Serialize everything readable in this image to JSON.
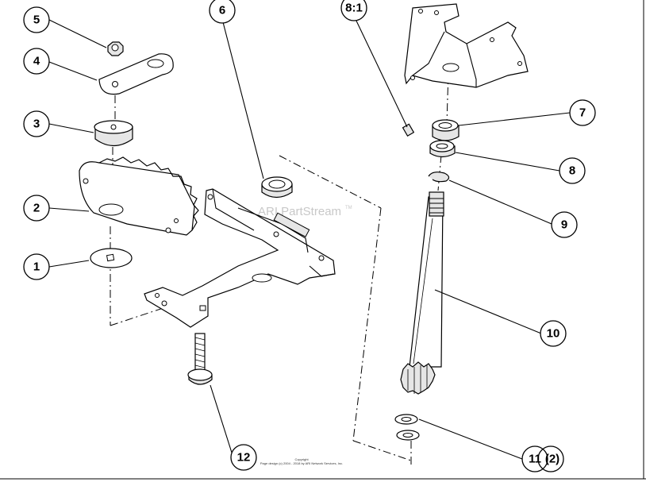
{
  "callouts": {
    "c1": "1",
    "c2": "2",
    "c3": "3",
    "c4": "4",
    "c5": "5",
    "c6": "6",
    "c7": "7",
    "c8": "8",
    "c8_1": "8:1",
    "c9": "9",
    "c10": "10",
    "c11": "11",
    "c11_qty": "(2)",
    "c12": "12"
  },
  "watermark": {
    "text": "ARI PartStream",
    "tm": "TM"
  },
  "copyright": {
    "line1": "Copyright",
    "line2": "Page design (c) 2004 - 2018 by ARI Network Services, Inc."
  }
}
